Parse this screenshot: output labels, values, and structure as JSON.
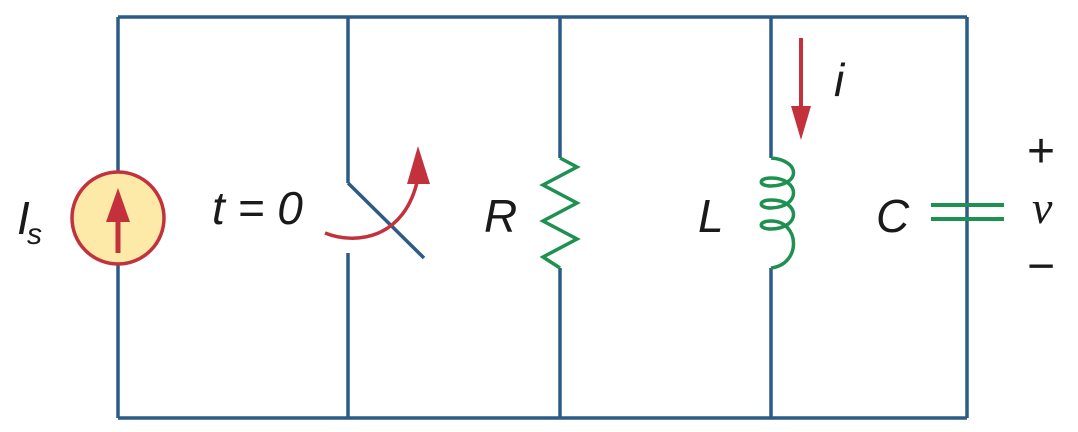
{
  "colors": {
    "wire": "#2b5b86",
    "component": "#1e9150",
    "arrow": "#c3313d",
    "source_fill": "#fde9a8",
    "source_stroke": "#c3313d",
    "text": "#1a1a1a"
  },
  "labels": {
    "source_main": "I",
    "source_sub": "s",
    "switch_time": "t = 0",
    "resistor": "R",
    "inductor": "L",
    "capacitor": "C",
    "current": "i",
    "voltage": "v",
    "plus": "+",
    "minus": "−"
  },
  "icons": {
    "source": "current-source-icon",
    "switch": "switch-icon",
    "resistor": "resistor-icon",
    "inductor": "inductor-icon",
    "capacitor": "capacitor-icon",
    "current_arrow": "current-arrow-icon",
    "switch_arrow": "curved-arrow-icon"
  }
}
